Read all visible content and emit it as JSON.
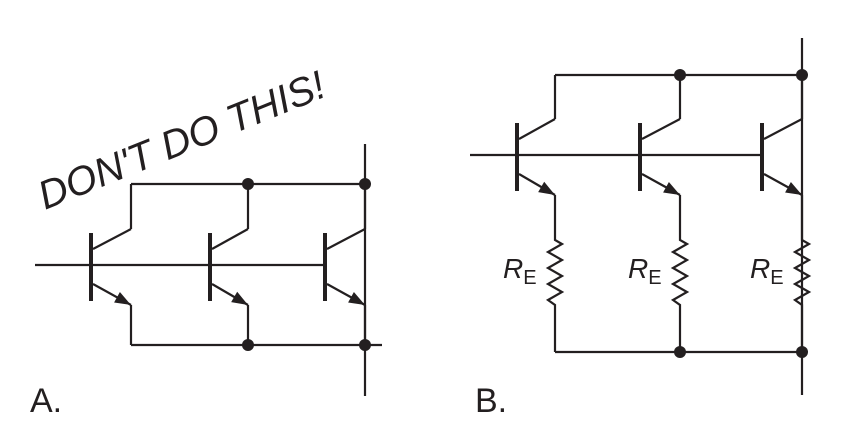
{
  "warning_text": "DON'T DO THIS!",
  "panel_a_label": "A.",
  "panel_b_label": "B.",
  "resistor_label": {
    "main": "R",
    "sub": "E"
  },
  "colors": {
    "ink": "#231f20"
  }
}
